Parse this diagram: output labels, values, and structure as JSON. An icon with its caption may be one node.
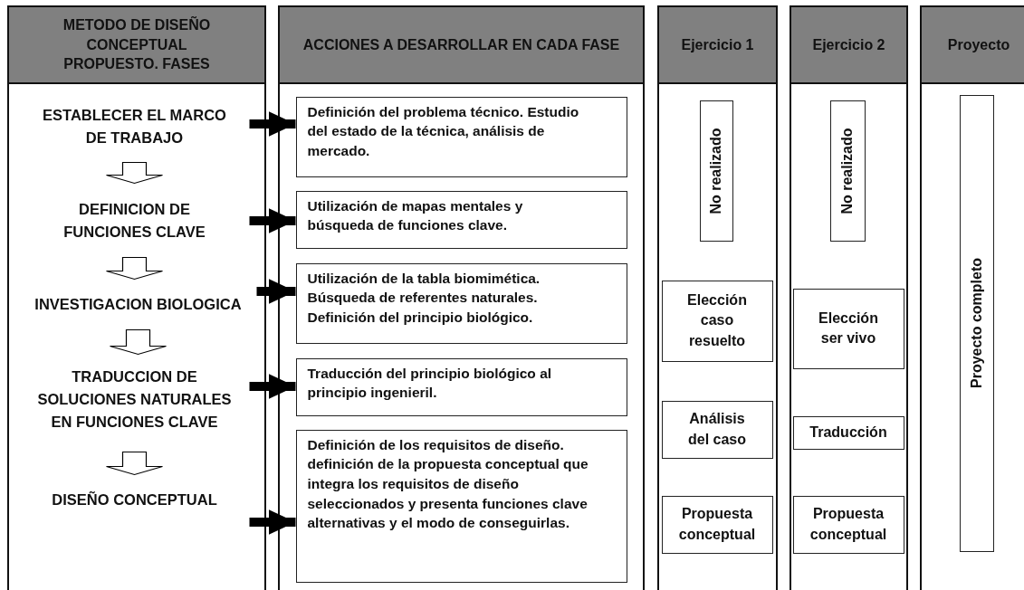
{
  "diagram": {
    "nodes": [
      {
        "text": [
          "METODO DE DISEÑO CONCEPTUAL PROPUESTO. FASES"
        ]
      },
      {
        "text": [
          "ESTABLECER EL MARCO DE TRABAJO"
        ],
        "in": 0
      },
      {
        "text": [
          "DEFINICION DE FUNCIONES CLAVE"
        ],
        "in": 0
      },
      {
        "text": [
          "INVESTIGACION BIOLOGICA"
        ],
        "in": 0
      },
      {
        "text": [
          "TRADUCCION DE SOLUCIONES NATURALES EN FUNCIONES CLAVE"
        ],
        "in": 0
      },
      {
        "text": [
          "DISEÑO CONCEPTUAL"
        ],
        "in": 0
      },
      {
        "text": [
          "ACCIONES A DESARROLLAR EN CADA FASE"
        ]
      },
      {
        "text": [
          "Definición del problema técnico. Estudio del estado de la técnica, análisis de mercado."
        ],
        "in": 6
      },
      {
        "text": [
          "Utilización de mapas mentales y búsqueda de funciones clave."
        ],
        "in": 6
      },
      {
        "text": [
          "Utilización de la tabla biomimética. Búsqueda de referentes naturales. Definición del principio biológico."
        ],
        "in": 6
      },
      {
        "text": [
          "Traducción del principio biológico al principio ingenieril."
        ],
        "in": 6
      },
      {
        "text": [
          "Definición de los requisitos de diseño. definición de la propuesta conceptual que integra los requisitos de diseño seleccionados y presenta funciones clave alternativas y el modo de conseguirlas."
        ],
        "in": 6
      },
      {
        "text": [
          "Ejercicio 1"
        ]
      },
      {
        "text": [
          "No realizado"
        ],
        "in": 12
      },
      {
        "text": [
          "Elección caso resuelto"
        ],
        "in": 12
      },
      {
        "text": [
          "Análisis del caso"
        ],
        "in": 12
      },
      {
        "text": [
          "Propuesta conceptual"
        ],
        "in": 12
      },
      {
        "text": [
          "Ejercicio 2"
        ]
      },
      {
        "text": [
          "No realizado"
        ],
        "in": 17
      },
      {
        "text": [
          "Elección ser vivo"
        ],
        "in": 17
      },
      {
        "text": [
          "Traducción"
        ],
        "in": 17
      },
      {
        "text": [
          "Propuesta conceptual"
        ],
        "in": 17
      },
      {
        "text": [
          "Proyecto"
        ]
      },
      {
        "text": [
          "Proyecto completo"
        ],
        "in": 22
      }
    ],
    "edges": [
      {
        "from": 1,
        "to": 2,
        "arrow": "to",
        "style": "thick"
      },
      {
        "from": 2,
        "to": 3,
        "arrow": "to",
        "style": "thick"
      },
      {
        "from": 3,
        "to": 4,
        "arrow": "to",
        "style": "thick"
      },
      {
        "from": 4,
        "to": 5,
        "arrow": "to",
        "style": "thick"
      },
      {
        "from": 1,
        "to": 7,
        "arrow": "to"
      },
      {
        "from": 2,
        "to": 8,
        "arrow": "to"
      },
      {
        "from": 3,
        "to": 9,
        "arrow": "to"
      },
      {
        "from": 4,
        "to": 10,
        "arrow": "to"
      },
      {
        "from": 5,
        "to": 11,
        "arrow": "to"
      }
    ]
  }
}
